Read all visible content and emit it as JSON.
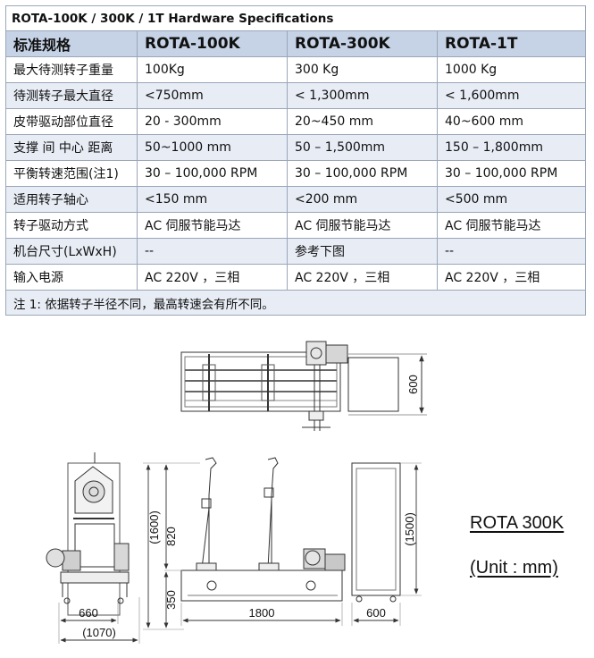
{
  "table": {
    "title": "ROTA-100K / 300K / 1T  Hardware Specifications",
    "headers": [
      "标准规格",
      "ROTA-100K",
      "ROTA-300K",
      "ROTA-1T"
    ],
    "rows": [
      [
        "最大待测转子重量",
        "100Kg",
        "300 Kg",
        "1000 Kg"
      ],
      [
        "待测转子最大直径",
        "<750mm",
        "< 1,300mm",
        "< 1,600mm"
      ],
      [
        "皮带驱动部位直径",
        "20 - 300mm",
        "20~450 mm",
        "40~600 mm"
      ],
      [
        "支撑 间 中心 距离",
        "50~1000 mm",
        "50 – 1,500mm",
        "150 – 1,800mm"
      ],
      [
        "平衡转速范围(注1)",
        "30 – 100,000 RPM",
        "30 – 100,000 RPM",
        "30 – 100,000 RPM"
      ],
      [
        "适用转子轴心",
        "<150 mm",
        "<200 mm",
        "<500 mm"
      ],
      [
        "转子驱动方式",
        "AC 伺服节能马达",
        "AC 伺服节能马达",
        "AC 伺服节能马达"
      ],
      [
        "机台尺寸(LxWxH)",
        "--",
        "参考下图",
        "--"
      ],
      [
        "输入电源",
        "AC 220V ，三相",
        "AC 220V ，三相",
        "AC 220V ，三相"
      ]
    ],
    "note": "注 1: 依据转子半径不同，最高转速会有所不同。"
  },
  "drawing": {
    "dims": {
      "top_width": "600",
      "height_1600": "(1600)",
      "height_820": "820",
      "height_350": "350",
      "width_660": "660",
      "width_1070": "(1070)",
      "width_1800": "1800",
      "width_600": "600",
      "height_1500": "(1500)"
    }
  },
  "caption": {
    "model": "ROTA 300K",
    "unit": "(Unit : mm)"
  }
}
